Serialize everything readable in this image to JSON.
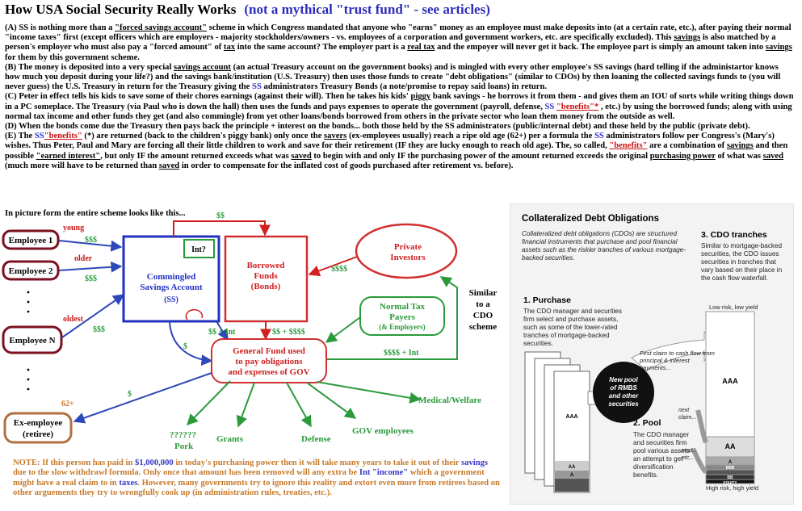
{
  "title": {
    "main": "How USA Social Security Really Works",
    "sub": "(not a mythical \"trust fund\" - see articles)"
  },
  "paragraphs": {
    "A": [
      {
        "t": "(A) SS is nothing more than a "
      },
      {
        "t": "\"forced savings account\"",
        "s": "u"
      },
      {
        "t": " scheme in which Congress mandated that anyone who \"earns\" money as an employee must make deposits into (at a certain rate, etc.), after paying their normal \"income taxes\" first (except officers which are employers - majority stockholders/owners - vs. employees of a corporation and government workers, etc. are specifically excluded).  This "
      },
      {
        "t": "savings",
        "s": "u"
      },
      {
        "t": " is also matched by a person's employer who must also pay a \"forced amount\" of "
      },
      {
        "t": "tax",
        "s": "u"
      },
      {
        "t": " into the same account? The employer part is a "
      },
      {
        "t": "real tax",
        "s": "u"
      },
      {
        "t": " and the empoyer will never get it back.  The employee part is simply an amount taken into "
      },
      {
        "t": "savings",
        "s": "u"
      },
      {
        "t": " for them by this government scheme."
      }
    ],
    "B": [
      {
        "t": "(B) The money is deposited into a very special "
      },
      {
        "t": "savings account",
        "s": "u"
      },
      {
        "t": " (an actual Treasury account on the government books) and is mingled with every other employee's SS savings (hard telling if the administartor knows how much you deposit during your life?) and the savings bank/institution (U.S. Treasury) then uses those funds to create \"debt obligations\" (similar to CDOs) by then loaning the collected savings funds to (you will never guess) the U.S. Treasury in return for the Treasury giving the "
      },
      {
        "t": "SS",
        "s": "blue"
      },
      {
        "t": " administrators Treasury Bonds (a note/promise to repay said loans) in return."
      }
    ],
    "C": [
      {
        "t": "(C) Peter in effect tells his kids to save some of their chores earnings (against their will).  Then he takes his kids' "
      },
      {
        "t": "piggy",
        "s": "u"
      },
      {
        "t": " bank savings - he borrows it from them - and gives them an IOU of sorts while writing things down in a PC someplace.  The Treasury (via Paul who is down the hall) then uses the funds and pays expenses to operate the government (payroll, defense, "
      },
      {
        "t": "SS",
        "s": "blue"
      },
      {
        "t": " "
      },
      {
        "t": "\"benefits\"",
        "s": "red"
      },
      {
        "t": "*",
        "s": "red"
      },
      {
        "t": " , etc.) by using the borrowed funds; along with using normal tax income and other funds they get (and also commingle) from yet other loans/bonds borrowed from others in the private sector who loan them money from the outside as well."
      }
    ],
    "D": [
      {
        "t": "(D) When the bonds come due the Treasury then pays back the principle + interest on the bonds... both those held by the SS administrators (public/internal debt) and those held by the public (private debt)."
      }
    ],
    "E": [
      {
        "t": "(E) The "
      },
      {
        "t": "SS",
        "s": "blue"
      },
      {
        "t": "\"benefits\"",
        "s": "red"
      },
      {
        "t": " (*) are returned (back to the children's piggy bank) only once the "
      },
      {
        "t": "savers",
        "s": "u"
      },
      {
        "t": " (ex-employees usually) reach a ripe old age (62+) per a formula the "
      },
      {
        "t": "SS",
        "s": "blue"
      },
      {
        "t": " administrators follow per Congress's (Mary's) wishes.  Thus Peter, Paul and Mary are forcing all their little children to work and save for their retirement (IF they are lucky enough to reach old age).  The, so called, "
      },
      {
        "t": "\"benefits\"",
        "s": "red"
      },
      {
        "t": " are a combination of "
      },
      {
        "t": "savings",
        "s": "u"
      },
      {
        "t": " and then possible "
      },
      {
        "t": "\"earned interest\"",
        "s": "u"
      },
      {
        "t": ", but only IF the amount returned exceeds what was "
      },
      {
        "t": "saved",
        "s": "u"
      },
      {
        "t": " to begin with and only IF the purchasing power of the amount returned exceeds the original "
      },
      {
        "t": "purchasing power",
        "s": "u"
      },
      {
        "t": " of what was "
      },
      {
        "t": "saved",
        "s": "u"
      },
      {
        "t": " (much more will have to be returned than "
      },
      {
        "t": "saved",
        "s": "u"
      },
      {
        "t": " in order to compensate for the inflated cost of goods purchased after retirement vs. before)."
      }
    ]
  },
  "diagram": {
    "intro": "In picture form the entire scheme looks like this...",
    "employees": [
      "Employee 1",
      "Employee 2",
      "Employee N"
    ],
    "age_labels": [
      "young",
      "older",
      "oldest",
      "62+"
    ],
    "ex_employee": "Ex-employee\n(retiree)",
    "dots": "·\n·\n·",
    "commingled": "Commingled\nSavings Account",
    "commingled_ss": "(SS)",
    "int_label": "Int?",
    "borrowed": "Borrowed\nFunds\n(Bonds)",
    "private": "Private\nInvestors",
    "normal_tax": "Normal Tax\nPayers",
    "normal_tax_sub": "(& Employers)",
    "general_fund": "General Fund used\nto pay obligations\nand expenses of GOV",
    "similar_cdo": "Similar\nto a\nCDO\nscheme",
    "money_labels": {
      "ss_top": "$$",
      "emp1": "$$$",
      "emp2": "$$$",
      "empN": "$$$",
      "ss_plus_int": "$$ + Int",
      "ssss_plus": "$$ + $$$$",
      "private_ssss": "$$$$",
      "down_s": "$",
      "retiree_s": "$",
      "gf_int": "$$$$ + Int"
    },
    "outputs": [
      "Medical/Welfare",
      "GOV employees",
      "Defense",
      "Grants",
      "??????\nPork"
    ]
  },
  "note": [
    {
      "t": "NOTE: If this person has paid in "
    },
    {
      "t": "$1,000,000",
      "s": "blue"
    },
    {
      "t": " in today's purchasing power then it will take many years to take it out of their "
    },
    {
      "t": "savings",
      "s": "blue"
    },
    {
      "t": " due to the slow withdrawl formula.  Only once that amount has been removed will any extra be "
    },
    {
      "t": "Int \"income\"",
      "s": "blue"
    },
    {
      "t": " which a government might have a real claim to in "
    },
    {
      "t": "taxes",
      "s": "blue"
    },
    {
      "t": ". However, many governments try to ignore this reality and extort even more from retirees based on other arguements they try to wrongfully cook up (in administration rules, treaties, etc.)."
    }
  ],
  "cdo": {
    "title": "Collateralized Debt Obligations",
    "intro": "Collateralized debt obligations (CDOs) are structured financial instruments that purchase and pool financial assets such as the riskier tranches of various mortgage-backed securities.",
    "step1_title": "1. Purchase",
    "step1_text": "The CDO manager and securities firm select and purchase assets, such as some of the lower-rated tranches of mortgage-backed securities.",
    "step2_title": "2. Pool",
    "step2_text": "The CDO manager and securities firm pool various assets in an attempt to get diversification benefits.",
    "step3_title": "3. CDO tranches",
    "step3_text": "Similar to mortgage-backed securities, the CDO issues securities in tranches that vary based on their place in the cash flow waterfall.",
    "pool_circle": "New pool of RMBS and other securities",
    "low_risk": "Low risk, low yield",
    "high_risk": "High risk, high yield",
    "first_claim": "First claim to cash flow from principal & interest payments...",
    "next_claim": "next claim...",
    "next_etc": "next... etc...",
    "tranche_labels": [
      "AAA",
      "AA",
      "A",
      "BBB",
      "BB",
      "EQUITY"
    ],
    "doc_labels": [
      "AAA",
      "AA",
      "A"
    ],
    "colors": {
      "panel": "#f3f3f3",
      "circle": "#111111"
    }
  },
  "colors": {
    "employee_border": "#7a1020",
    "commingled_border": "#2030c0",
    "borrowed_border": "#d03030",
    "private_border": "#d03030",
    "normal_tax_border": "#2a9a3a",
    "general_fund_border": "#d03030",
    "retiree_border": "#b07040",
    "arrow_blue": "#2d48b8",
    "arrow_red": "#d02020",
    "arrow_green": "#2a9a3a",
    "note": "#c77a2b"
  }
}
